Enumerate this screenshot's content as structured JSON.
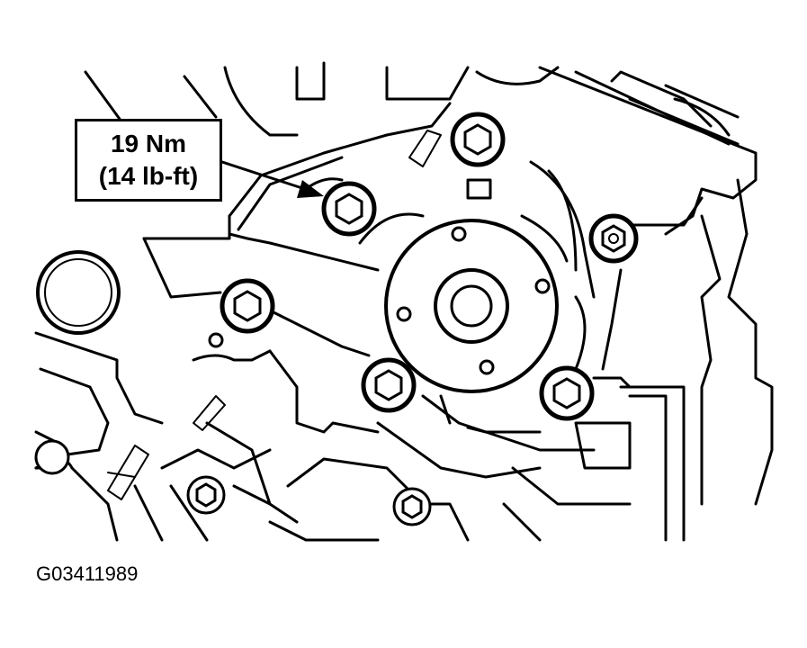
{
  "callout": {
    "torque_metric": "19 Nm",
    "torque_imperial": "(14 lb-ft)"
  },
  "figure_id": "G03411989",
  "icons": [
    "water-pump-pulley-hub",
    "bolt",
    "o-ring"
  ]
}
